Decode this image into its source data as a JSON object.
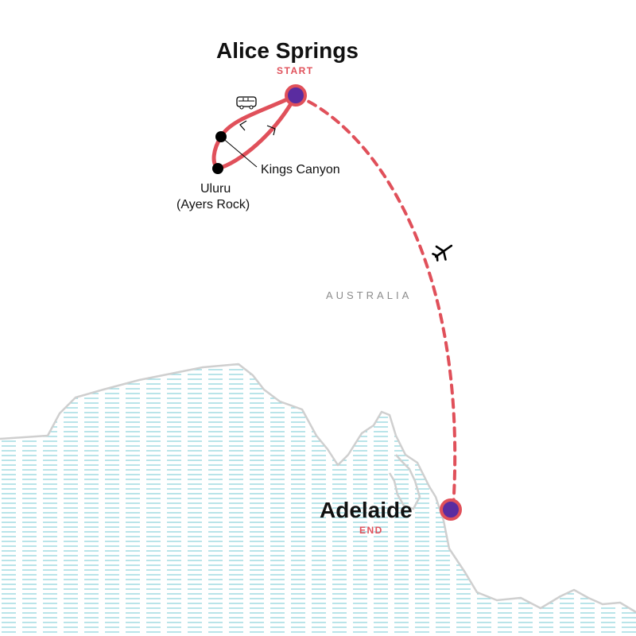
{
  "country_label": "AUSTRALIA",
  "cities": {
    "start": {
      "name": "Alice Springs",
      "tag": "START"
    },
    "end": {
      "name": "Adelaide",
      "tag": "END"
    }
  },
  "stops": [
    {
      "name": "Kings Canyon"
    },
    {
      "name": "Uluru",
      "subname": "(Ayers Rock)"
    }
  ],
  "legend_icons": [
    "bus-icon",
    "plane-icon"
  ],
  "colors": {
    "route": "#e0505a",
    "city_marker_fill": "#5a2ca0",
    "stop_marker": "#000000",
    "coast": "#cfcfcf",
    "water_hatch": "#8fd3dc",
    "country_label": "#8c8c8c"
  }
}
